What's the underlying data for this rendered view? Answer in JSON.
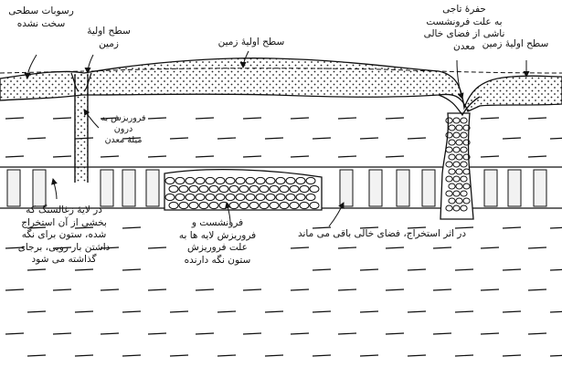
{
  "colors": {
    "ink": "#111111",
    "background": "#ffffff",
    "stipple": "#222222",
    "seam": "#f2f2f2"
  },
  "labels": {
    "unconsolidated_deposits": "رسوبات سطحی\nسخت نشده",
    "original_ground_left": "سطح اولیهٔ\nزمین",
    "original_ground_middle": "سطح اولیهٔ زمین",
    "crown_hole": "حفرهٔ تاجی\nبه علت فرونشست\nناشی از فضای خالی\nمعدن",
    "original_ground_right": "سطح اولیهٔ زمین",
    "shaft_collapse": "فروریزش به\nدرون\nمیلهٔ معدن",
    "coal_seam_pillars": "در لایهٔ زغالسنگ که\nبخشی از آن استخراج\nشده، ستون برای نگه\nداشتن بار رویی، برجای\nگذاشته می شود",
    "subsidence_collapse": "فرونشست و\nفروریزش لایه ها به\nعلت فروریزش\nستون نگه دارنده",
    "void_remains": "در اثر استخراج، فضای خالی باقی می ماند"
  },
  "icons": [
    "shaft-icon",
    "crown-hole-icon",
    "collapse-rubble-icon",
    "coal-pillar-icon",
    "leader-arrow-icon"
  ]
}
